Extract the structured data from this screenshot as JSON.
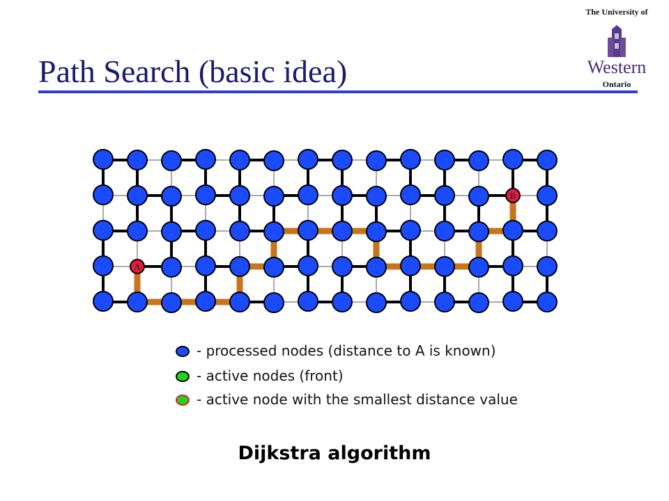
{
  "slide": {
    "title": "Path Search (basic idea)",
    "caption": "Dijkstra algorithm"
  },
  "logo": {
    "top_text": "The University of",
    "name": "Western",
    "bottom_text": "Ontario"
  },
  "graph": {
    "rows": 5,
    "cols": 14,
    "source_label": "A",
    "source_node": [
      3,
      1
    ],
    "target_label": "B",
    "target_node": [
      1,
      12
    ],
    "node_color": "#1a4bff",
    "special_node_color": "#e8183a",
    "path_color": "#c8741e",
    "path": [
      [
        3,
        1
      ],
      [
        4,
        1
      ],
      [
        4,
        2
      ],
      [
        4,
        3
      ],
      [
        4,
        4
      ],
      [
        3,
        4
      ],
      [
        3,
        5
      ],
      [
        2,
        5
      ],
      [
        2,
        6
      ],
      [
        2,
        7
      ],
      [
        2,
        8
      ],
      [
        3,
        8
      ],
      [
        3,
        9
      ],
      [
        3,
        10
      ],
      [
        3,
        11
      ],
      [
        2,
        11
      ],
      [
        2,
        12
      ],
      [
        1,
        12
      ]
    ]
  },
  "legend": [
    {
      "label": "- processed nodes (distance to A is known)",
      "fill": "#1a4bff",
      "border": "#000000"
    },
    {
      "label": "- active nodes (front)",
      "fill": "#22d11e",
      "border": "#000000"
    },
    {
      "label": "- active node with the smallest distance value",
      "fill": "#22d11e",
      "border": "#e8183a"
    }
  ]
}
